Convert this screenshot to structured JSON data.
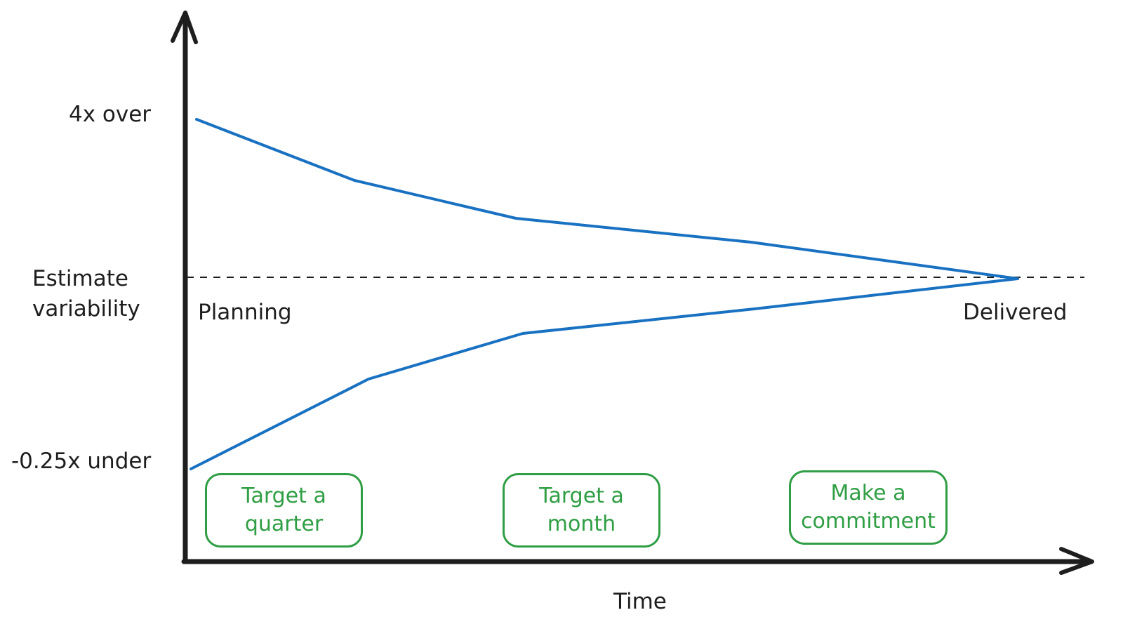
{
  "diagram": {
    "y_axis_label": "Estimate\nvariability",
    "x_axis_label": "Time",
    "top_label": "4x over",
    "bottom_label": "-0.25x under",
    "start_label": "Planning",
    "end_label": "Delivered",
    "milestones": [
      {
        "label": "Target a\nquarter"
      },
      {
        "label": "Target a\nmonth"
      },
      {
        "label": "Make a\ncommitment"
      }
    ],
    "colors": {
      "axis": "#1e1e1e",
      "cone": "#1971c2",
      "milestone": "#2f9e44",
      "baseline": "#1e1e1e"
    }
  }
}
